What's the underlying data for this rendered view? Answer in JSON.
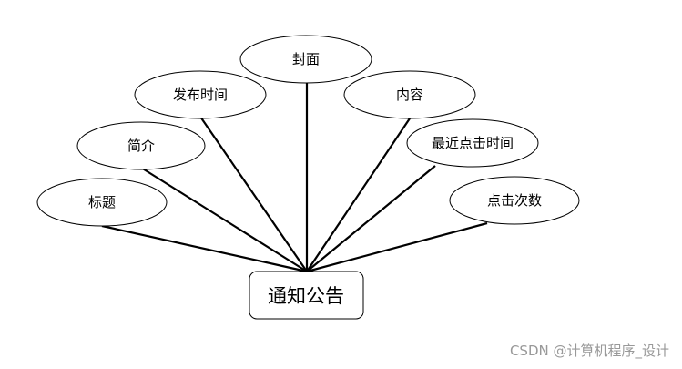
{
  "entity": {
    "label": "通知公告"
  },
  "attributes": [
    {
      "id": "cover",
      "label": "封面"
    },
    {
      "id": "publish-time",
      "label": "发布时间"
    },
    {
      "id": "content",
      "label": "内容"
    },
    {
      "id": "summary",
      "label": "简介"
    },
    {
      "id": "last-click-time",
      "label": "最近点击时间"
    },
    {
      "id": "title",
      "label": "标题"
    },
    {
      "id": "click-count",
      "label": "点击次数"
    }
  ],
  "watermark": "CSDN @计算机程序_设计"
}
